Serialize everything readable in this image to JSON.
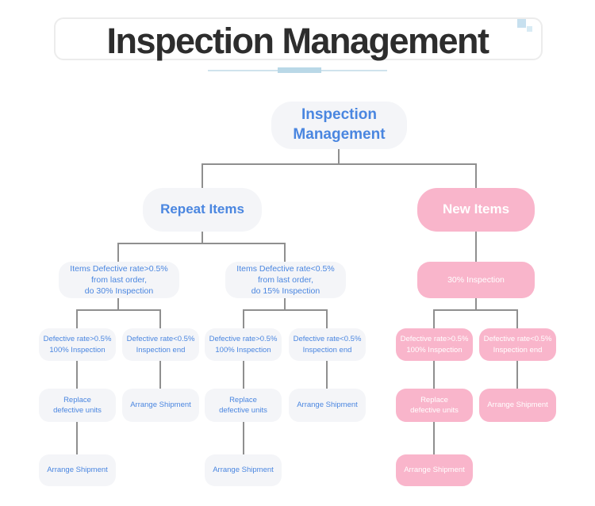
{
  "header": {
    "title": "Inspection Management",
    "underline_color": "#cfe3ed",
    "underline_accent_color": "#b9d8e7",
    "decor_square_large_color": "#c7e0ef",
    "decor_square_small_color": "#d8ebf4"
  },
  "colors": {
    "title_text": "#2d2d2d",
    "node_gray_bg": "#f4f5f8",
    "node_blue_text": "#4a86e0",
    "node_pink_bg": "#f9b5cb",
    "node_pink_text": "#ffffff",
    "connector": "#8f8f8f"
  },
  "nodes": {
    "root": "Inspection\nManagement",
    "repeat_items": "Repeat Items",
    "new_items": "New Items",
    "repeat_high": "Items Defective rate>0.5%\nfrom last order,\ndo 30% Inspection",
    "repeat_low": "Items Defective rate<0.5%\nfrom last order,\ndo 15% Inspection",
    "new_inspection": "30% Inspection",
    "defect_high": "Defective rate>0.5%\n100% Inspection",
    "defect_low": "Defective rate<0.5%\nInspection end",
    "replace_units": "Replace\ndefective units",
    "arrange_shipment": "Arrange Shipment"
  }
}
